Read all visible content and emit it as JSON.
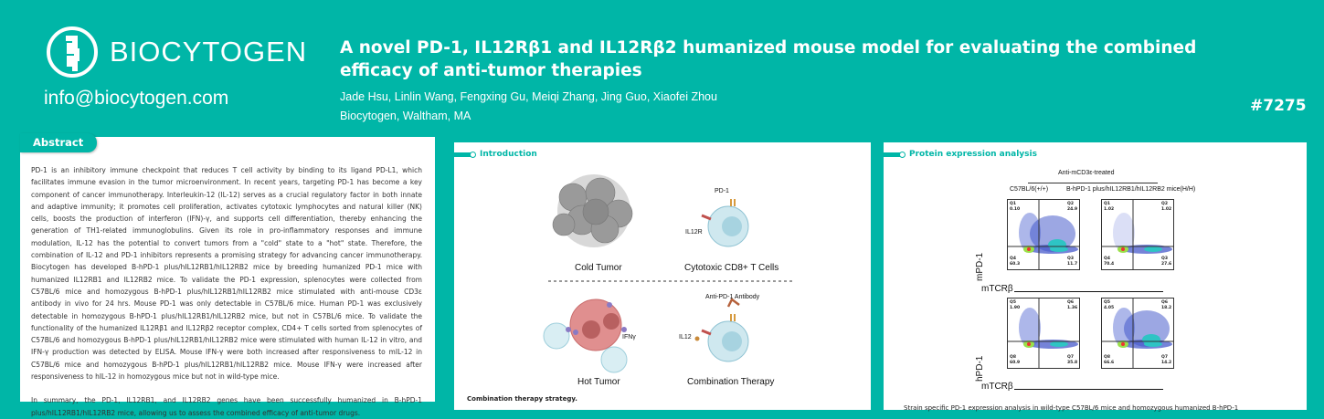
{
  "header": {
    "brand": "BIOCYTOGEN",
    "email": "info@biocytogen.com",
    "title": "A novel PD-1, IL12Rβ1 and IL12Rβ2 humanized mouse model for evaluating the combined efficacy of anti-tumor therapies",
    "authors": "Jade Hsu, Linlin Wang, Fengxing Gu, Meiqi Zhang, Jing Guo, Xiaofei Zhou",
    "affiliation": "Biocytogen, Waltham, MA",
    "poster_number": "#7275",
    "teal": "#00b6a7"
  },
  "abstract": {
    "heading": "Abstract",
    "p1": "PD-1 is an inhibitory immune checkpoint that reduces T cell activity by binding to its ligand PD-L1, which facilitates immune evasion in the tumor microenvironment. In recent years, targeting PD-1 has become a key component of cancer immunotherapy. Interleukin-12 (IL-12) serves as a crucial regulatory factor in both innate and adaptive immunity; it promotes cell proliferation, activates cytotoxic lymphocytes and natural killer (NK) cells, boosts the production of interferon (IFN)-γ, and supports cell differentiation, thereby enhancing the generation of TH1-related immunoglobulins. Given its role in pro-inflammatory responses and immune modulation, IL-12 has the potential to convert tumors from a \"cold\" state to a \"hot\" state. Therefore, the combination of IL-12 and PD-1 inhibitors represents a promising strategy for advancing cancer immunotherapy. Biocytogen has developed B-hPD-1 plus/hIL12RB1/hIL12RB2 mice by breeding humanized PD-1 mice with humanized IL12RB1 and IL12RB2 mice. To validate the PD-1 expression, splenocytes were collected from C57BL/6 mice and homozygous B-hPD-1 plus/hIL12RB1/hIL12RB2 mice stimulated with anti-mouse CD3ε antibody in vivo for 24 hrs. Mouse PD-1 was only detectable in C57BL/6 mice. Human PD-1 was exclusively detectable in homozygous B-hPD-1 plus/hIL12RB1/hIL12RB2 mice, but not in C57BL/6 mice. To validate the functionality of the humanized IL12Rβ1 and IL12Rβ2 receptor complex, CD4+ T cells sorted from splenocytes of C57BL/6 and homozygous B-hPD-1 plus/hIL12RB1/hIL12RB2 mice were stimulated with human IL-12 in vitro, and IFN-γ production was detected by ELISA. Mouse IFN-γ were both increased after responsiveness to mIL-12 in C57BL/6 mice and homozygous B-hPD-1 plus/hIL12RB1/hIL12RB2 mice. Mouse IFN-γ were increased after responsiveness to hIL-12 in homozygous mice but not in wild-type mice.",
    "p2": "In summary, the PD-1, IL12RB1, and IL12RB2 genes have been successfully humanized in B-hPD-1 plus/hIL12RB1/hIL12RB2 mice, allowing us to assess the combined efficacy of anti-tumor drugs."
  },
  "intro": {
    "heading": "Introduction",
    "cold_tumor": "Cold Tumor",
    "t_cells": "Cytotoxic CD8+ T Cells",
    "pd1": "PD-1",
    "il12r": "IL12R",
    "hot_tumor": "Hot Tumor",
    "ifng": "IFNγ",
    "antibody": "Anti-PD-1 Antibody",
    "il12": "IL12",
    "combination": "Combination Therapy",
    "caption": "Combination therapy strategy."
  },
  "protein": {
    "heading": "Protein expression analysis",
    "treatment": "Anti-mCD3ε-treated",
    "group1": "C57BL/6(+/+)",
    "group2": "B-hPD-1 plus/hIL12RB1/hIL12RB2 mice(H/H)",
    "row1_ylabel": "mPD-1",
    "row2_ylabel": "hPD-1",
    "xlabel": "mTCRβ",
    "plots": [
      {
        "q": [
          "Q1",
          "Q2",
          "Q3",
          "Q4"
        ],
        "v": [
          "0.10",
          "24.9",
          "11.7",
          "60.3"
        ]
      },
      {
        "q": [
          "Q1",
          "Q2",
          "Q3",
          "Q4"
        ],
        "v": [
          "1.02",
          "1.02",
          "27.6",
          "70.4"
        ]
      },
      {
        "q": [
          "Q5",
          "Q6",
          "Q7",
          "Q8"
        ],
        "v": [
          "1.90",
          "1.36",
          "35.8",
          "60.9"
        ]
      },
      {
        "q": [
          "Q5",
          "Q6",
          "Q7",
          "Q8"
        ],
        "v": [
          "4.05",
          "18.2",
          "14.2",
          "66.6"
        ]
      }
    ],
    "caption": "Strain specific PD-1 expression analysis in wild-type C57BL/6 mice and homozygous humanized B-hPD-1"
  }
}
